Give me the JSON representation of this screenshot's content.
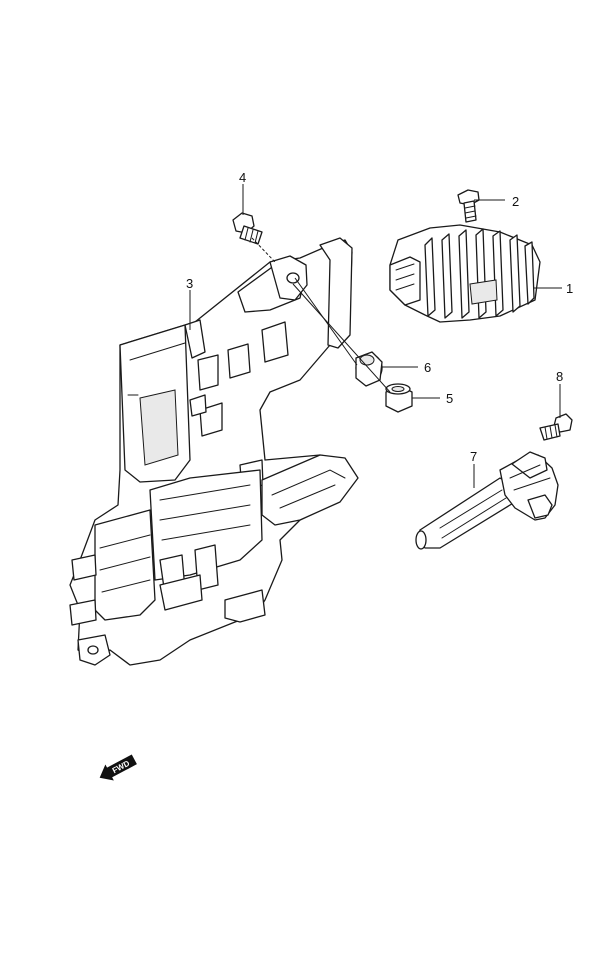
{
  "callouts": [
    {
      "id": "1",
      "label": "1"
    },
    {
      "id": "2",
      "label": "2"
    },
    {
      "id": "3",
      "label": "3"
    },
    {
      "id": "4",
      "label": "4"
    },
    {
      "id": "5",
      "label": "5"
    },
    {
      "id": "6",
      "label": "6"
    },
    {
      "id": "7",
      "label": "7"
    },
    {
      "id": "8",
      "label": "8"
    }
  ],
  "fwd_marker": {
    "label": "FWD",
    "icon": "fwd-arrow-icon"
  }
}
